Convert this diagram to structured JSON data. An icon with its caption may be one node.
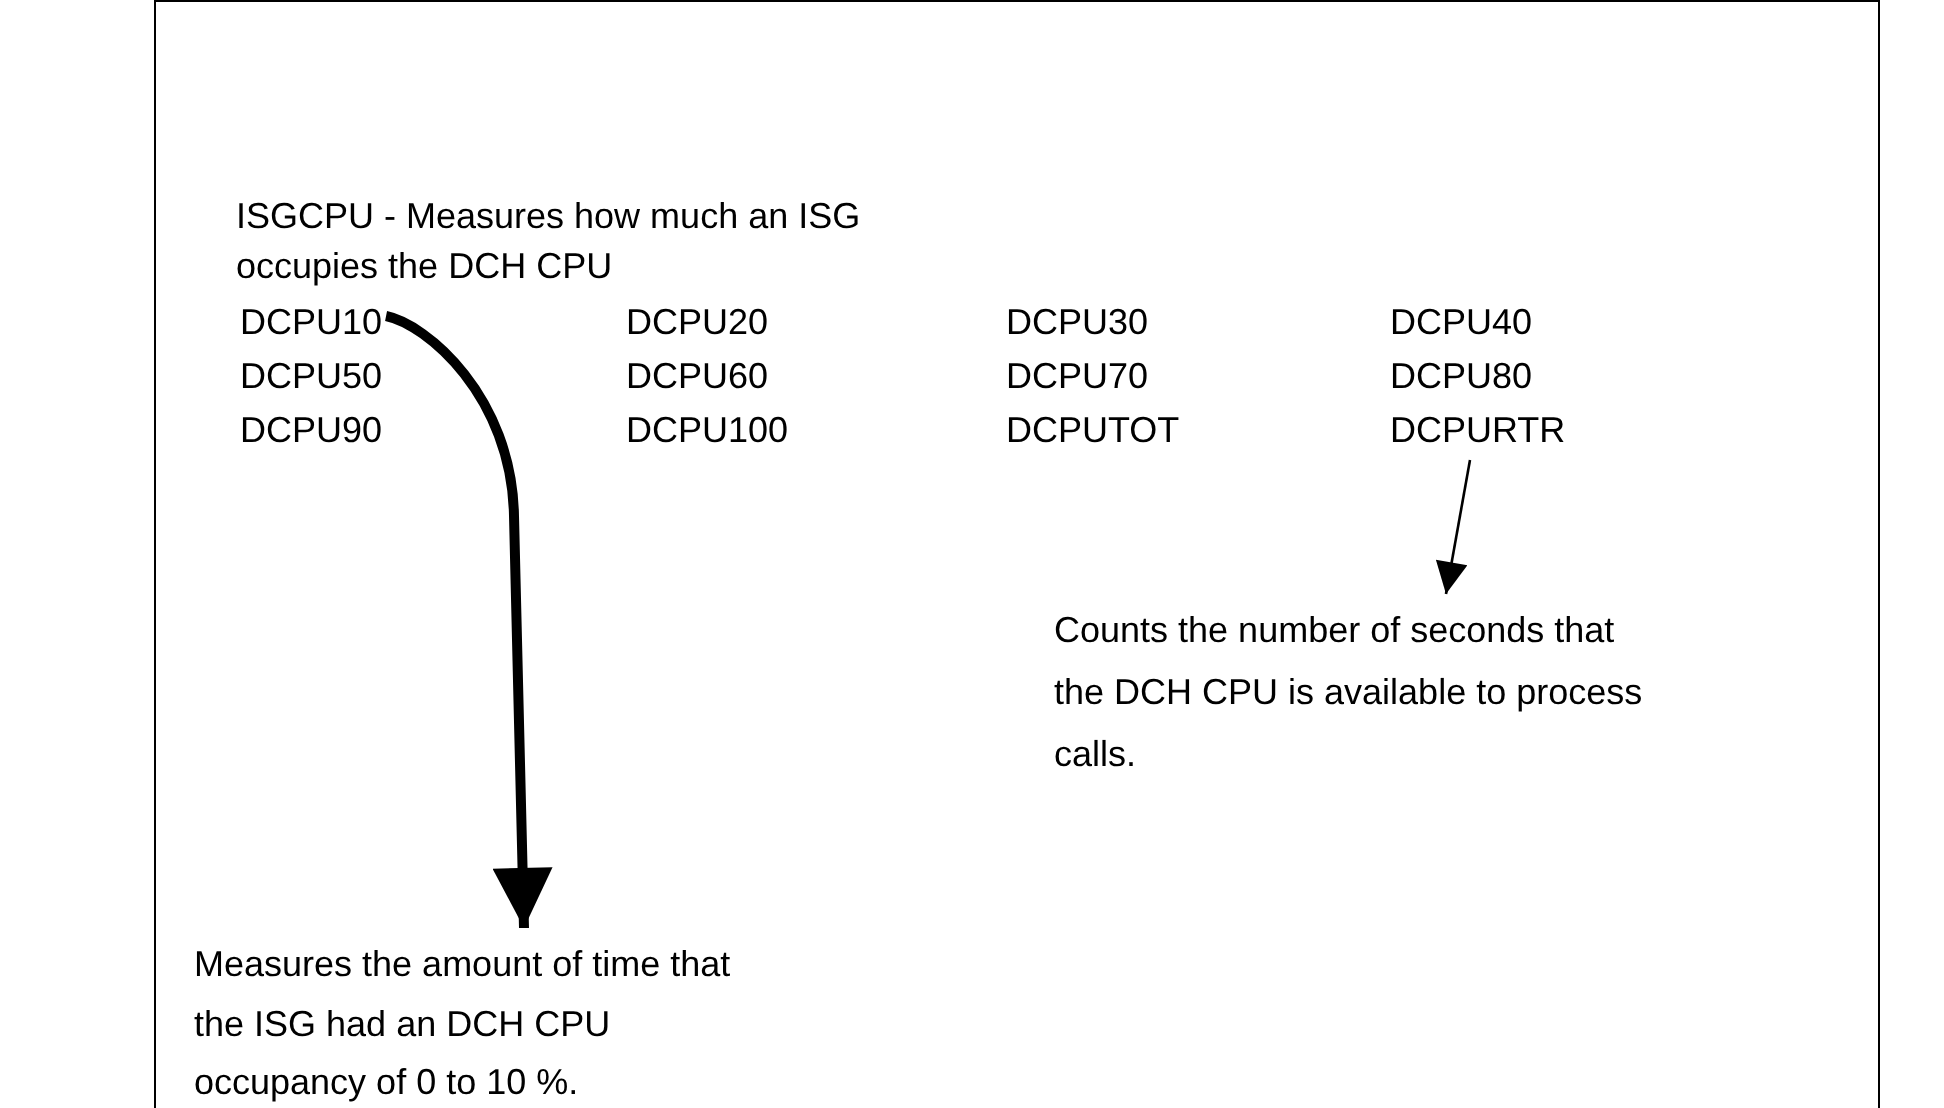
{
  "diagram": {
    "title": "ISGCPU - Measures how much an ISG occupies the DCH CPU",
    "nodes": [
      {
        "text": [
          "DCPU10"
        ]
      },
      {
        "text": [
          "DCPURTR"
        ]
      },
      {
        "text": [
          "Counts the number of seconds that the DCH CPU is available to process calls."
        ]
      },
      {
        "text": [
          "Measures the amount of time that the ISG had an DCH CPU occupancy of 0 to 10 %."
        ]
      }
    ],
    "edges": [
      {
        "from": 0,
        "to": 3,
        "arrow": "to",
        "style": "thick"
      },
      {
        "from": 1,
        "to": 2,
        "arrow": "to"
      }
    ],
    "labels": [
      "DCPU20",
      "DCPU30",
      "DCPU40",
      "DCPU50",
      "DCPU60",
      "DCPU70",
      "DCPU80",
      "DCPU90",
      "DCPU100",
      "DCPUTOT"
    ]
  }
}
